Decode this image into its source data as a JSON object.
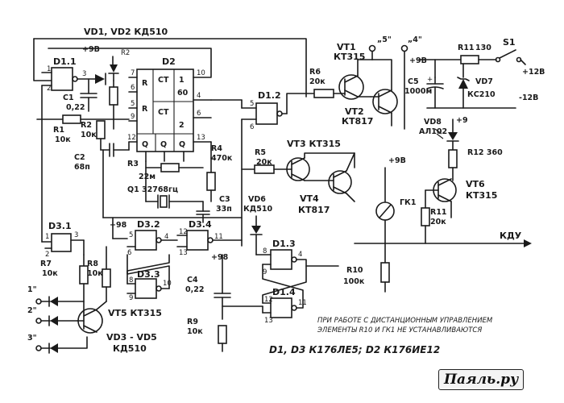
{
  "labels": {
    "vd12": "VD1, VD2  КД510",
    "p9_top": "+9В",
    "d11": "D1.1",
    "d2": "D2",
    "r2b": "R2",
    "ct": "CT",
    "one": "1",
    "sixty": "60",
    "r_pin": "R",
    "q": "Q",
    "c1": "C1",
    "c1v": "0,22",
    "r1": "R1",
    "r1v": "10к",
    "r2": "R2",
    "r2v": "10к",
    "c2": "C2",
    "c2v": "68п",
    "r3": "R3",
    "r3v": "22м",
    "q1": "Q1  32768гц",
    "r4": "R4",
    "r4v": "470к",
    "c3": "C3",
    "c3v": "33п",
    "d12": "D1.2",
    "r6": "R6",
    "r6v": "20к",
    "r5": "R5",
    "r5v": "20к",
    "vt1": "VT1",
    "vt1v": "КТ315",
    "vt2": "VT2",
    "vt2v": "КТ817",
    "vt3": "VT3 КТ315",
    "vt4": "VT4",
    "vt4v": "КТ817",
    "vd6": "VD6",
    "vd6v": "КД510",
    "sock5": "„5\"",
    "sock4": "„4\"",
    "r11": "R11",
    "r11v": "130",
    "s1": "S1",
    "p9": "+9В",
    "p12": "+12В",
    "m12": "-12В",
    "c5": "C5",
    "c5v": "1000м",
    "vd7": "VD7",
    "vd7v": "КС210",
    "vd8": "VD8",
    "vd8v": "АЛ102",
    "p9b": "+9",
    "r12": "R12  360",
    "vt6": "VT6",
    "vt6v": "КТ315",
    "p9c": "+9В",
    "gk1": "ГК1",
    "r11b": "R11",
    "r11bv": "20к",
    "kdu": "КДУ",
    "d31": "D3.1",
    "p98": "+98",
    "d32": "D3.2",
    "d34": "D3.4",
    "d33": "D3.3",
    "d13": "D1.3",
    "d14": "D1.4",
    "r7": "R7",
    "r7v": "10к",
    "r8": "R8",
    "r8v": "10к",
    "s1q": "1\"",
    "s2q": "2\"",
    "s3q": "3\"",
    "vt5": "VT5  КТ315",
    "vd35": "VD3 - VD5",
    "vd35v": "КД510",
    "p98b": "+98",
    "c4": "C4",
    "c4v": "0,22",
    "r9": "R9",
    "r9v": "10к",
    "r10": "R10",
    "r10v": "100к",
    "note1": "ПРИ РАБОТЕ С ДИСТАНЦИОННЫМ УПРАВЛЕНИЕМ",
    "note2": "ЭЛЕМЕНТЫ R10 И ГК1 НЕ УСТАНАВЛИВАЮТСЯ",
    "footer": "D1, D3  К176ЛЕ5;  D2  К176ИЕ12",
    "watermark": "Паяль.ру"
  }
}
